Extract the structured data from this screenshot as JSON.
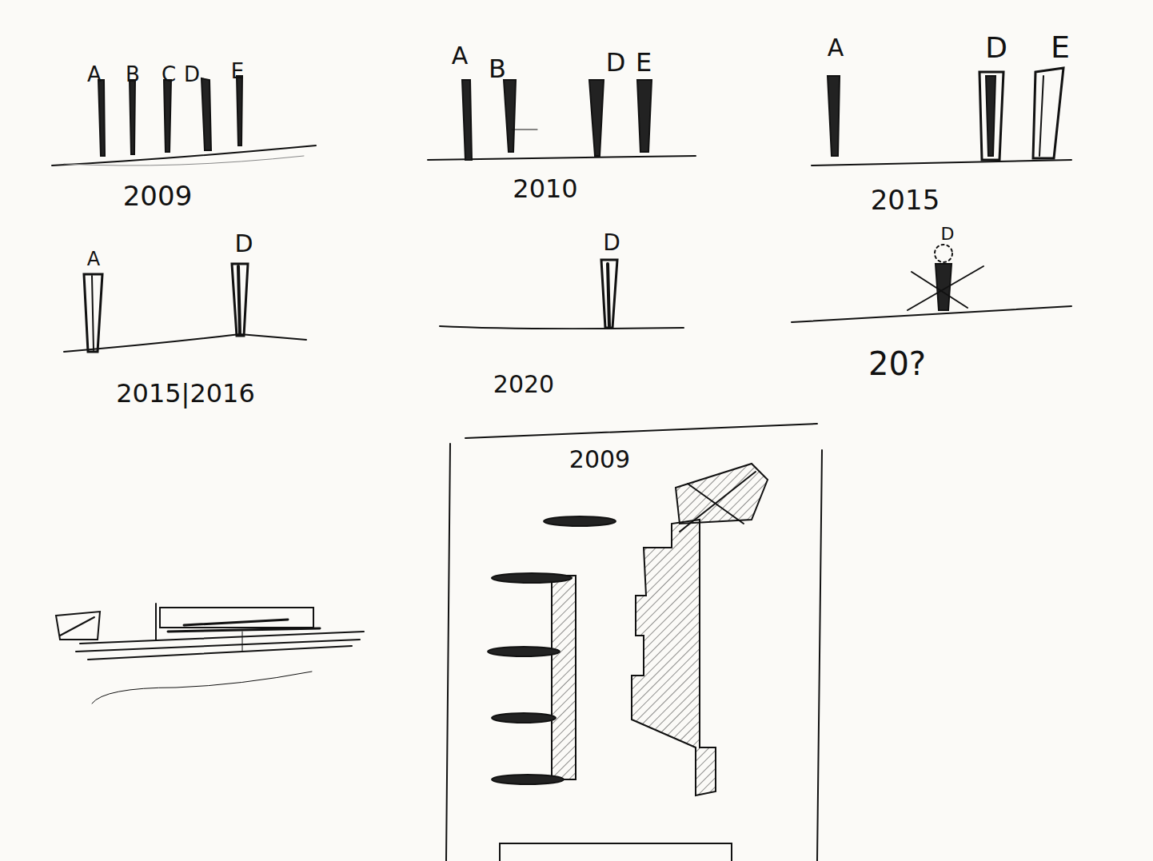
{
  "diagram": {
    "labels": [
      "A",
      "B",
      "C",
      "D",
      "E",
      "2009",
      "A",
      "B",
      "D",
      "E",
      "2010",
      "A",
      "D",
      "E",
      "2015",
      "A",
      "D",
      "2015|2016",
      "D",
      "2020",
      "D",
      "20?",
      "2009"
    ]
  }
}
